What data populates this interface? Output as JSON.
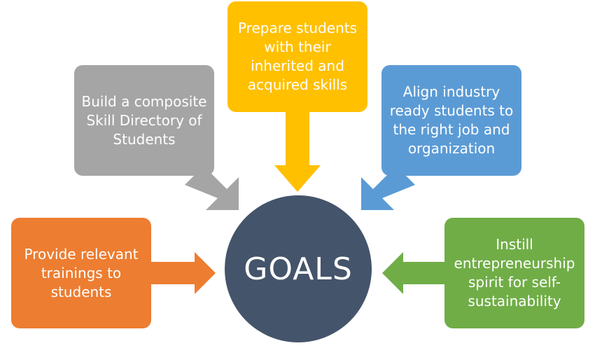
{
  "center": {
    "label": "GOALS"
  },
  "goals": [
    {
      "id": "gray",
      "text": "Build a composite Skill Directory of Students",
      "color": "#a5a5a5"
    },
    {
      "id": "yellow",
      "text": "Prepare students with their inherited and acquired skills",
      "color": "#ffc000"
    },
    {
      "id": "blue",
      "text": "Align industry ready students to the right job and organization",
      "color": "#5b9bd5"
    },
    {
      "id": "orange",
      "text": "Provide relevant trainings to students",
      "color": "#ed7d31"
    },
    {
      "id": "green",
      "text": "Instill entrepreneurship spirit for self-sustainability",
      "color": "#70ad47"
    }
  ],
  "center_color": "#44546a"
}
